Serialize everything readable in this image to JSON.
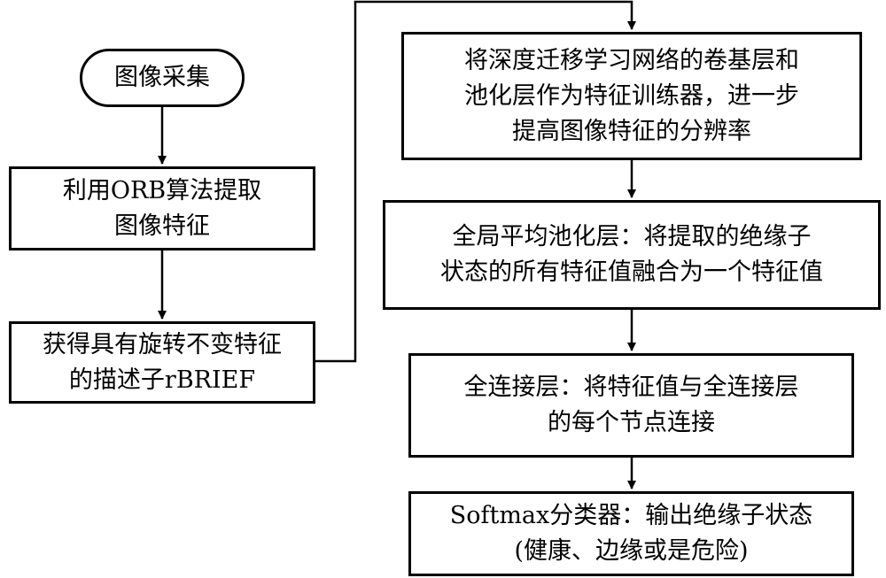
{
  "flowchart": {
    "start": {
      "text": "图像采集"
    },
    "steps_left": [
      {
        "lines": [
          "利用ORB算法提取",
          "图像特征"
        ]
      },
      {
        "lines": [
          "获得具有旋转不变特征",
          "的描述子rBRIEF"
        ]
      }
    ],
    "steps_right": [
      {
        "lines": [
          "将深度迁移学习网络的卷基层和",
          "池化层作为特征训练器，进一步",
          "提高图像特征的分辨率"
        ]
      },
      {
        "lines": [
          "全局平均池化层：将提取的绝缘子",
          "状态的所有特征值融合为一个特征值"
        ]
      },
      {
        "lines": [
          "全连接层：将特征值与全连接层",
          "的每个节点连接"
        ]
      },
      {
        "lines": [
          "Softmax分类器：输出绝缘子状态",
          "(健康、边缘或是危险)"
        ]
      }
    ]
  }
}
